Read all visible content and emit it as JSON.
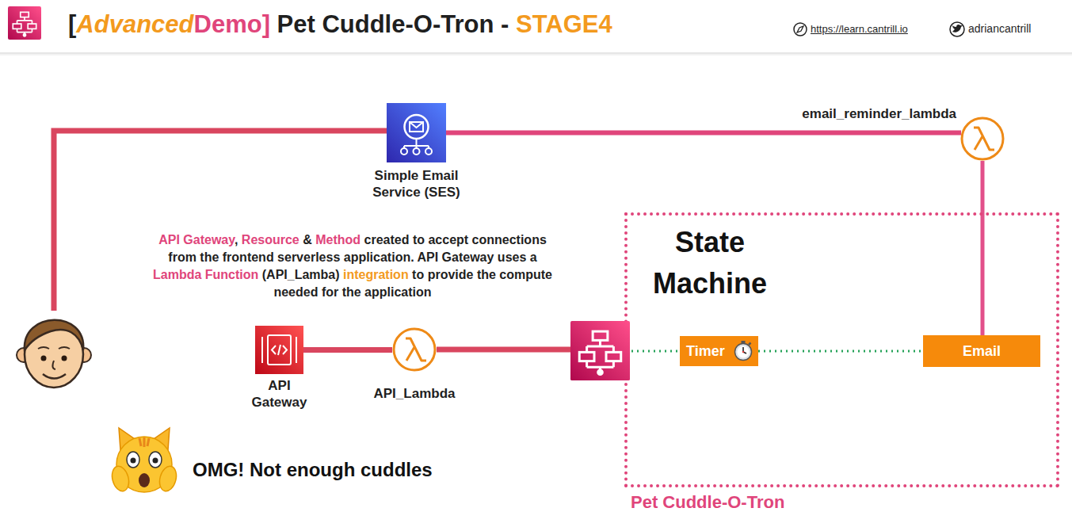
{
  "diagram": {
    "title": "[AdvancedDemo] Pet Cuddle-O-Tron - STAGE4",
    "nodes": [
      {
        "text": [
          "Simple Email Service (SES)"
        ]
      },
      {
        "text": [
          "email_reminder_lambda"
        ]
      },
      {
        "text": [
          "State Machine",
          "Pet Cuddle-O-Tron"
        ]
      },
      {
        "text": [
          "Timer"
        ],
        "in": 2
      },
      {
        "text": [
          "Email"
        ],
        "in": 2
      },
      {
        "text": [
          "API Gateway"
        ]
      },
      {
        "text": [
          "API_Lambda"
        ]
      }
    ],
    "edges": [
      {
        "from": 0,
        "to": 1,
        "arrow": "none"
      },
      {
        "from": 1,
        "to": 4,
        "arrow": "none"
      },
      {
        "from": 5,
        "to": 6,
        "arrow": "none"
      },
      {
        "from": 6,
        "to": 2,
        "arrow": "none"
      },
      {
        "from": 3,
        "to": 4,
        "arrow": "none"
      }
    ],
    "labels": [
      "https://learn.cantrill.io",
      "adriancantrill",
      "API Gateway, Resource & Method created to accept connections from the frontend serverless application. API Gateway uses a Lambda Function (API_Lamba) integration to provide the compute needed for the application",
      "OMG! Not enough cuddles"
    ]
  }
}
